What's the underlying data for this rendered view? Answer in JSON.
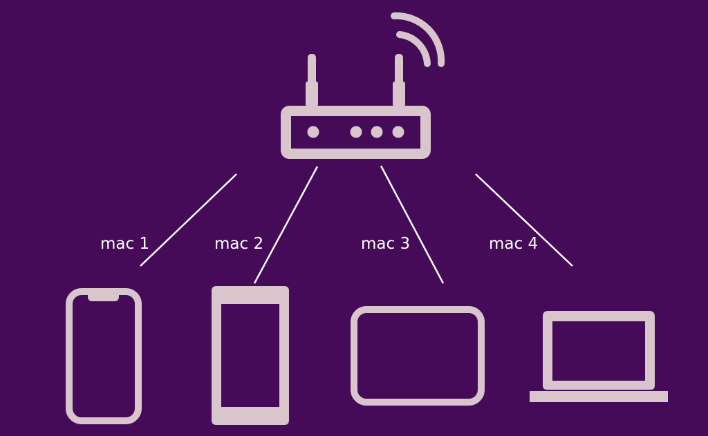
{
  "colors": {
    "background": "#450b58",
    "icon": "#d9c5cc",
    "line": "#ffffff",
    "text": "#ffffff"
  },
  "router": {
    "icon": "wifi-router-icon"
  },
  "links": [
    {
      "label": "mac 1",
      "device_icon": "smartphone-icon"
    },
    {
      "label": "mac 2",
      "device_icon": "tablet-portrait-icon"
    },
    {
      "label": "mac 3",
      "device_icon": "tablet-landscape-icon"
    },
    {
      "label": "mac 4",
      "device_icon": "laptop-icon"
    }
  ]
}
